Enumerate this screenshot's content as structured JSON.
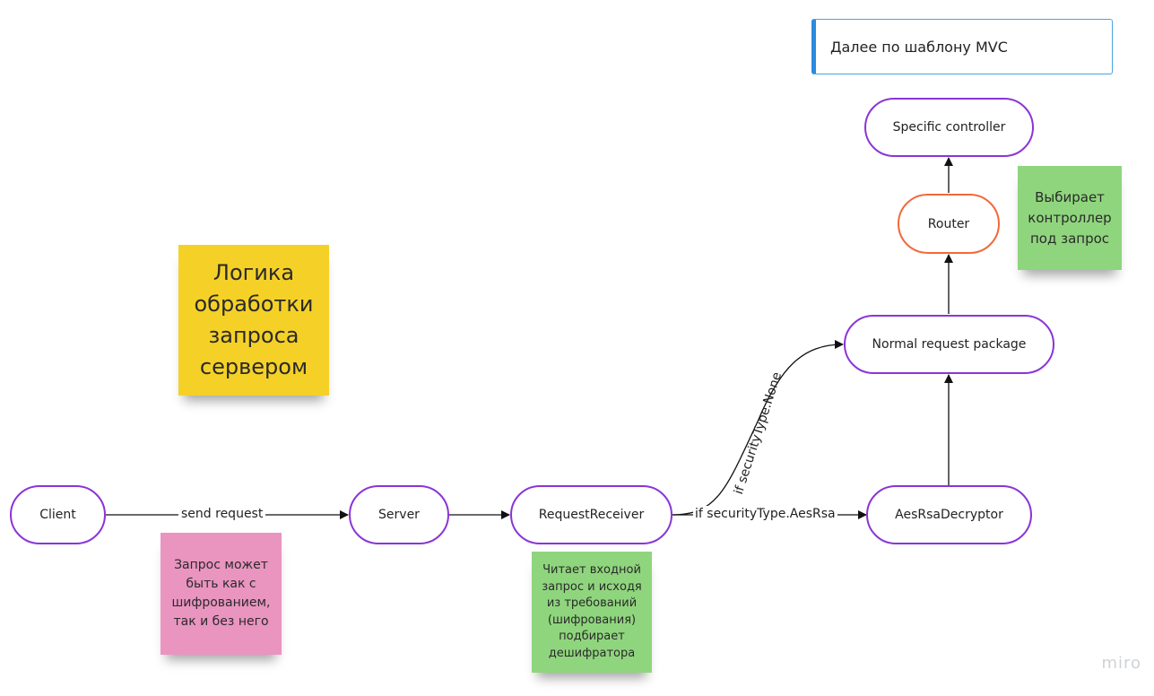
{
  "callout": {
    "text": "Далее по шаблону MVC"
  },
  "nodes": {
    "specific_controller": "Specific controller",
    "router": "Router",
    "normal_request_package": "Normal request package",
    "aes_rsa_decryptor": "AesRsaDecryptor",
    "client": "Client",
    "server": "Server",
    "request_receiver": "RequestReceiver"
  },
  "edges": {
    "send_request": "send request",
    "if_aes_rsa": "if securityType.AesRsa",
    "if_none": "if securityType.None"
  },
  "stickies": {
    "title": "Логика обработки запроса сервером",
    "router_note": "Выбирает контроллер под запрос",
    "client_note": "Запрос может быть как с шифрованием, так и без него",
    "receiver_note": "Читает входной запрос и исходя из требований (шифрования) подбирает дешифратора"
  },
  "colors": {
    "node_border": "#8a35d6",
    "router_border": "#f06a3a",
    "yellow_sticky": "#f5d128",
    "green_sticky": "#8fd57d",
    "pink_sticky": "#ea94c0",
    "callout_accent": "#2b8be0"
  },
  "brand": "miro"
}
